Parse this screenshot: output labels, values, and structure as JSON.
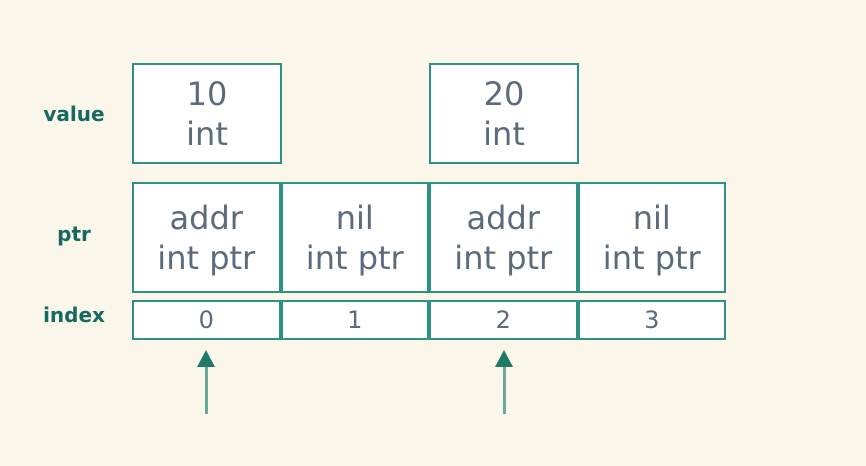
{
  "diagram": {
    "title_semantic": "array of int pointers with pointed-to int values",
    "colors": {
      "background": "#faf6e9",
      "box_border": "#2e9185",
      "box_background": "#ffffff",
      "label_text": "#15695e",
      "cell_text": "#5b6b7c",
      "arrow_shaft": "#6ba89a",
      "arrow_head": "#1f7a68"
    },
    "rows": {
      "value": {
        "label": "value",
        "boxes": [
          {
            "value": "10",
            "type": "int",
            "above_index": "0"
          },
          {
            "value": "20",
            "type": "int",
            "above_index": "2"
          }
        ]
      },
      "ptr": {
        "label": "ptr",
        "cells": [
          {
            "value": "addr",
            "type": "int ptr"
          },
          {
            "value": "nil",
            "type": "int ptr"
          },
          {
            "value": "addr",
            "type": "int ptr"
          },
          {
            "value": "nil",
            "type": "int ptr"
          }
        ]
      },
      "index": {
        "label": "index",
        "cells": [
          "0",
          "1",
          "2",
          "3"
        ]
      }
    },
    "arrows": [
      {
        "points_to_index": "0"
      },
      {
        "points_to_index": "2"
      }
    ]
  }
}
